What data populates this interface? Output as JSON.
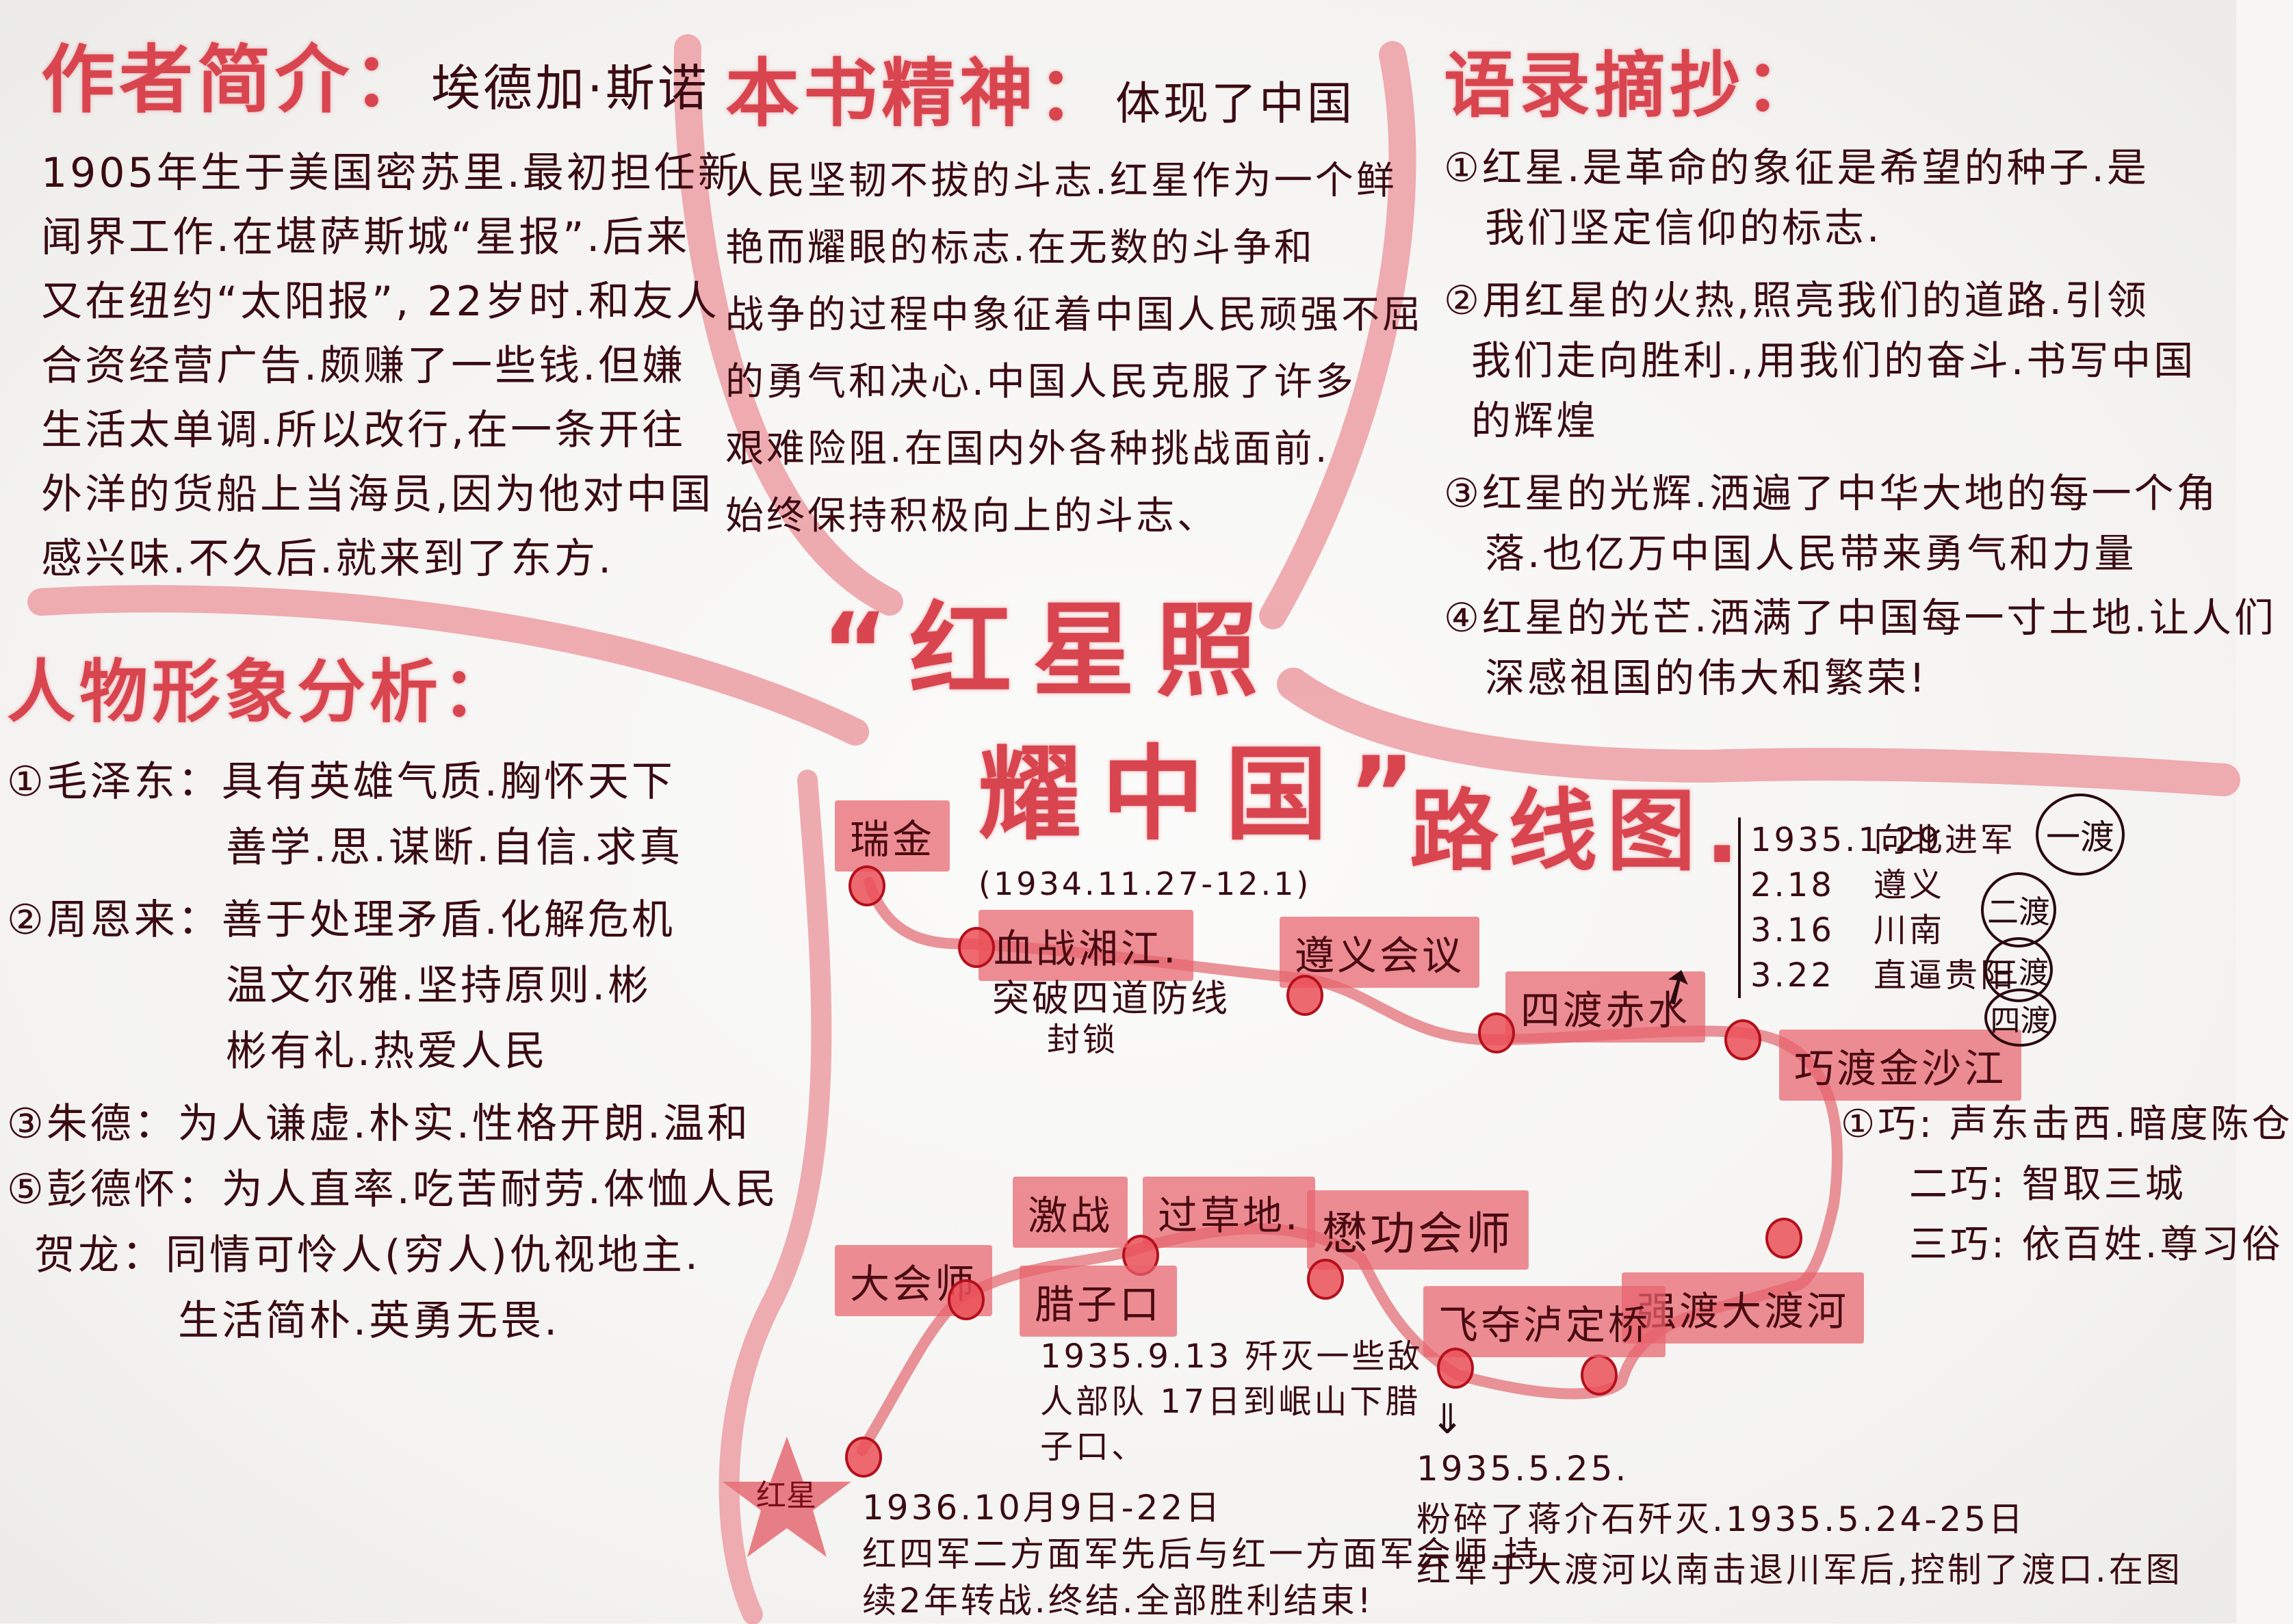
{
  "author": {
    "heading": "作者简介：",
    "name": "埃德加·斯诺",
    "lines": [
      "1905年生于美国密苏里.最初担任新",
      "闻界工作.在堪萨斯城“星报”.后来",
      "又在纽约“太阳报”, 22岁时.和友人",
      "合资经营广告.颇赚了一些钱.但嫌",
      "生活太单调.所以改行,在一条开往",
      "外洋的货船上当海员,因为他对中国",
      "感兴味.不久后.就来到了东方."
    ]
  },
  "spirit": {
    "heading": "本书精神：",
    "lead": "体现了中国",
    "lines": [
      "人民坚韧不拔的斗志.红星作为一个鲜",
      "艳而耀眼的标志.在无数的斗争和",
      "战争的过程中象征着中国人民顽强不屈",
      "的勇气和决心.中国人民克服了许多",
      "艰难险阻.在国内外各种挑战面前.",
      "始终保持积极向上的斗志、"
    ]
  },
  "quotes": {
    "heading": "语录摘抄：",
    "items": [
      {
        "num": "①",
        "lines": [
          "红星.是革命的象征是希望的种子.是",
          "我们坚定信仰的标志."
        ]
      },
      {
        "num": "②",
        "lines": [
          "用红星的火热,照亮我们的道路.引领",
          "我们走向胜利.,用我们的奋斗.书写中国",
          "的辉煌"
        ]
      },
      {
        "num": "③",
        "lines": [
          "红星的光辉.洒遍了中华大地的每一个角",
          "落.也亿万中国人民带来勇气和力量"
        ]
      },
      {
        "num": "④",
        "lines": [
          "红星的光芒.洒满了中国每一寸土地.让人们",
          "深感祖国的伟大和繁荣!"
        ]
      }
    ]
  },
  "characters": {
    "heading": "人物形象分析：",
    "items": [
      {
        "label": "①毛泽东：",
        "lines": [
          "具有英雄气质.胸怀天下",
          "善学.思.谋断.自信.求真"
        ]
      },
      {
        "label": "②周恩来：",
        "lines": [
          "善于处理矛盾.化解危机",
          "温文尔雅.坚持原则.彬",
          "彬有礼.热爱人民"
        ]
      },
      {
        "label": "③朱德：",
        "lines": [
          "为人谦虚.朴实.性格开朗.温和"
        ]
      },
      {
        "label": "⑤彭德怀：",
        "lines": [
          "为人直率.吃苦耐劳.体恤人民"
        ]
      },
      {
        "label": "贺龙：",
        "lines": [
          "同情可怜人(穷人)仇视地主.",
          "生活简朴.英勇无畏."
        ]
      }
    ]
  },
  "title": {
    "line1": "“红星照",
    "line2": "耀中国”",
    "suffix": "路线图."
  },
  "route": {
    "nodes": [
      {
        "id": "ruijin",
        "label": "瑞金"
      },
      {
        "id": "xiangjiang",
        "label": "血战湘江."
      },
      {
        "id": "zunyi",
        "label": "遵义会议"
      },
      {
        "id": "chishui",
        "label": "四渡赤水"
      },
      {
        "id": "jinsha",
        "label": "巧渡金沙江"
      },
      {
        "id": "dadu",
        "label": "强渡大渡河"
      },
      {
        "id": "luding",
        "label": "飞夺泸定桥"
      },
      {
        "id": "maogong",
        "label": "懋功会师"
      },
      {
        "id": "caodi",
        "label": "过草地."
      },
      {
        "id": "jizhan",
        "label": "激战"
      },
      {
        "id": "lazikou",
        "label": "腊子口"
      },
      {
        "id": "dahuishi",
        "label": "大会师"
      },
      {
        "id": "star",
        "label": "红星"
      }
    ],
    "notes": {
      "xiangjiang_date": "(1934.11.27-12.1)",
      "xiangjiang_desc": "突破四道防线",
      "xiangjiang_extra": "封锁",
      "chishui_table": [
        {
          "date": "1935.1.29",
          "place": "向北进军",
          "ferry": "一渡"
        },
        {
          "date": "2.18",
          "place": "遵义",
          "ferry": "二渡"
        },
        {
          "date": "3.16",
          "place": "川南",
          "ferry": "三渡"
        },
        {
          "date": "3.22",
          "place": "直逼贵阳",
          "ferry": "四渡"
        }
      ],
      "jinsha_qiao": [
        "①巧: 声东击西.暗度陈仓",
        "二巧: 智取三城",
        "三巧: 依百姓.尊习俗"
      ],
      "lazikou_desc": [
        "1935.9.13 歼灭一些敌",
        "人部队 17日到岷山下腊",
        "子口、"
      ],
      "luding_desc": [
        "1935.5.25.",
        "粉碎了蒋介石歼灭.1935.5.24-25日",
        "红军于大渡河以南击退川军后,控制了渡口.在图"
      ],
      "final_desc": [
        "1936.10月9日-22日",
        "红四军二方面军先后与红一方面军会师.持",
        "续2年转战.终结.全部胜利结束!"
      ]
    }
  },
  "colors": {
    "heading_red": "#d9454f",
    "ink": "#3a0b12",
    "highlight_pink": "#e8626c",
    "swoosh_pink": "#e99aa0"
  }
}
